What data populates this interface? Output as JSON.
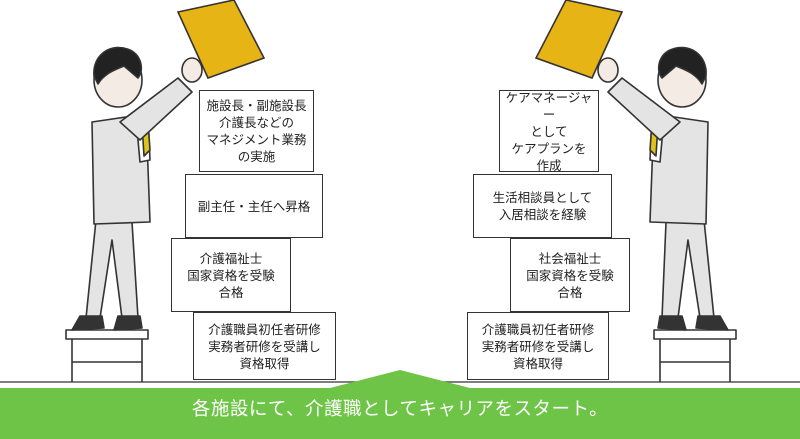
{
  "left_stack": [
    {
      "text": "施設長・副施設長\n介護長などの\nマネジメント業務\nの実施"
    },
    {
      "text": "副主任・主任へ昇格"
    },
    {
      "text": "介護福祉士\n国家資格を受験\n合格"
    },
    {
      "text": "介護職員初任者研修\n実務者研修を受講し\n資格取得"
    }
  ],
  "right_stack": [
    {
      "text": "ケアマネージャー\nとして\nケアプランを\n作成"
    },
    {
      "text": "生活相談員として\n入居相談を経験"
    },
    {
      "text": "社会福祉士\n国家資格を受験\n合格"
    },
    {
      "text": "介護職員初任者研修\n実務者研修を受講し\n資格取得"
    }
  ],
  "banner": {
    "text": "各施設にて、介護職としてキャリアをスタート。"
  },
  "colors": {
    "green": "#6ec447",
    "yellow_box": "#e7b416",
    "tie": "#e0c21c"
  }
}
